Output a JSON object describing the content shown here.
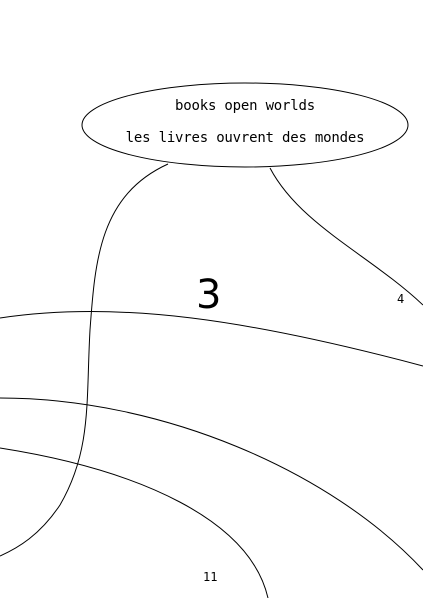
{
  "bubble": {
    "line_en": "books open worlds",
    "line_fr": "les livres ouvrent des mondes"
  },
  "numbers": {
    "big": "3",
    "right": "4",
    "bottom": "11"
  },
  "colors": {
    "ink": "#000000",
    "paper": "#ffffff"
  }
}
